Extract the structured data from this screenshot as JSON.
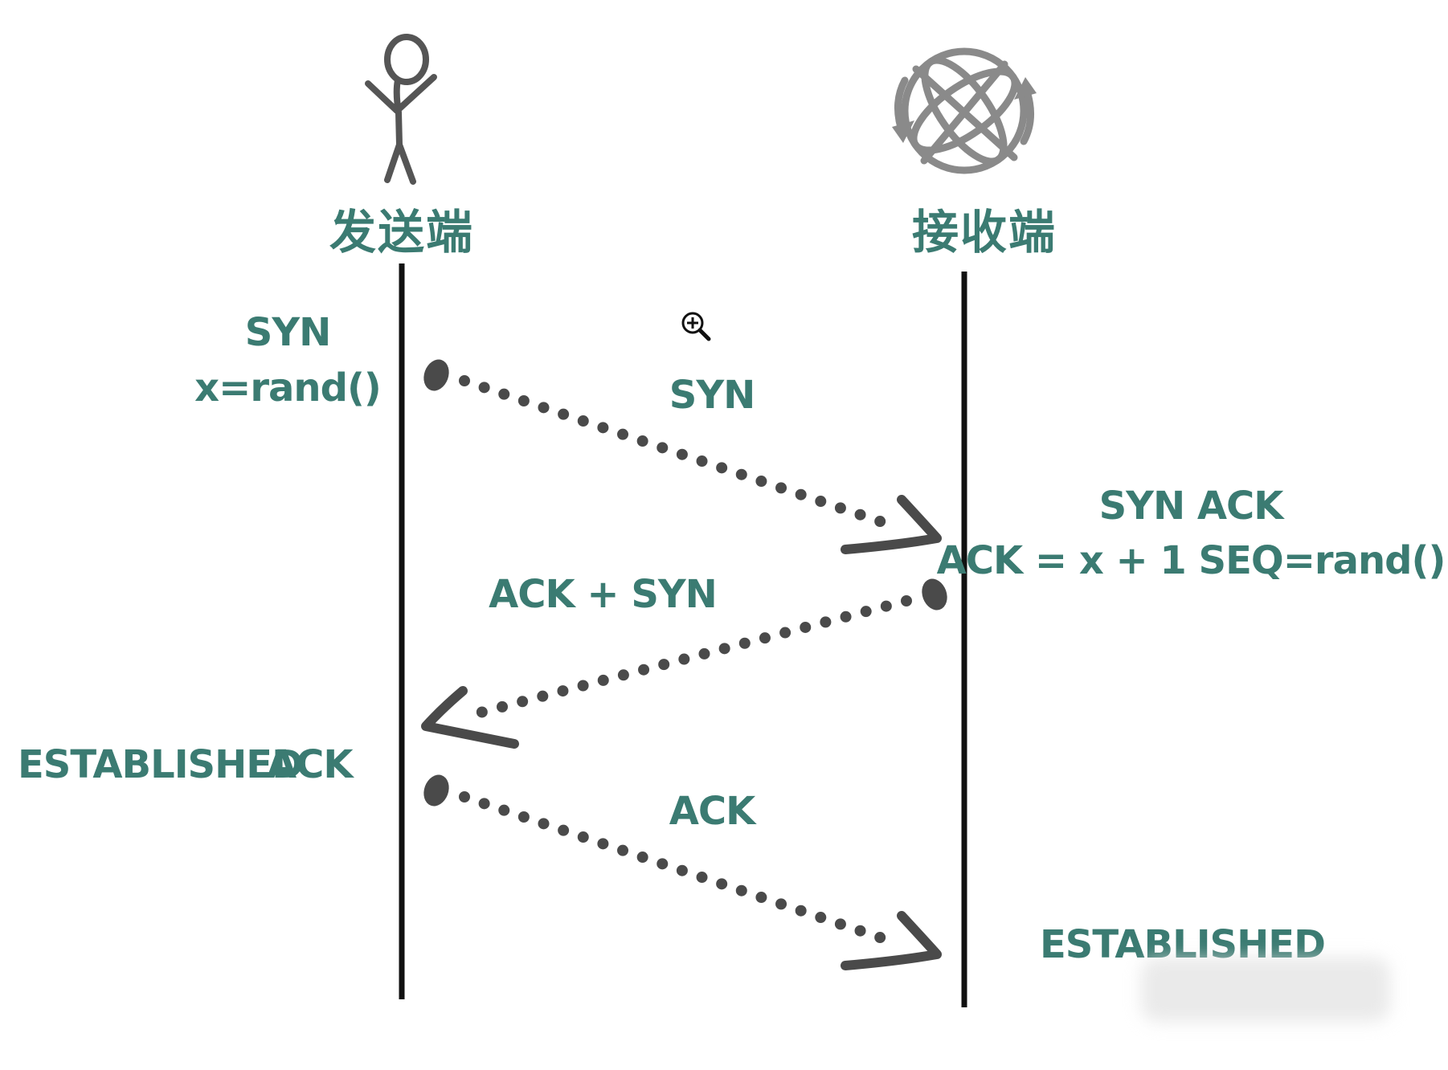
{
  "sender": {
    "title": "发送端",
    "icon": "stick-figure-icon"
  },
  "receiver": {
    "title": "接收端",
    "icon": "globe-sync-icon"
  },
  "labels": {
    "sender_syn": "SYN",
    "sender_x": "x=rand()",
    "arrow1": "SYN",
    "receiver_synack": "SYN ACK",
    "receiver_ack_seq": "ACK = x + 1 SEQ=rand()",
    "arrow2": "ACK + SYN",
    "sender_established": "ESTABLISHED",
    "sender_ack": "ACK",
    "arrow3": "ACK",
    "receiver_established": "ESTABLISHED"
  },
  "colors": {
    "text": "#3b7b72",
    "arrow": "#4a4a4a",
    "line": "#111111",
    "icon": "#888888"
  },
  "zoom_cursor": "zoom-in-icon"
}
